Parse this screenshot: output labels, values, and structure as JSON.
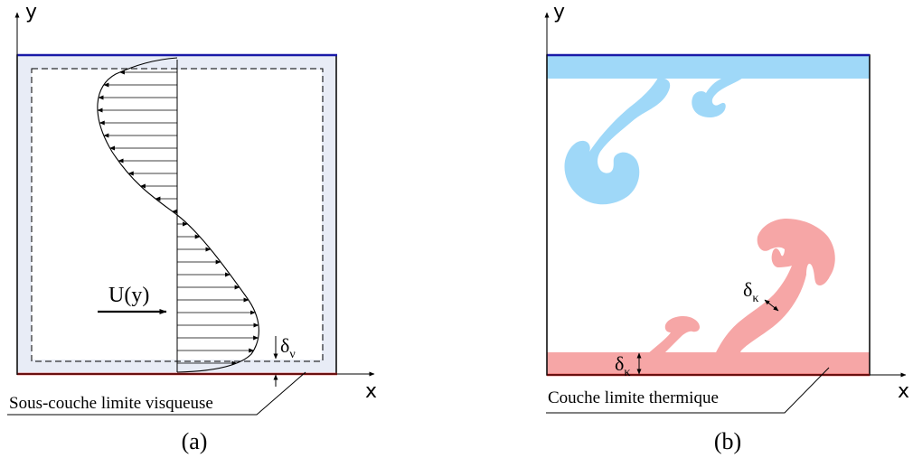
{
  "panel_a": {
    "axis_x": "x",
    "axis_y": "y",
    "velocity_label": "U(y)",
    "delta_symbol": "δ",
    "delta_subscript": "ν",
    "callout_label": "Sous-couche limite visqueuse",
    "caption": "(a)",
    "colors": {
      "top_wall": "#1a1aa8",
      "bottom_wall": "#d42020",
      "layer_fill": "#e8ecf6"
    }
  },
  "panel_b": {
    "axis_x": "x",
    "axis_y": "y",
    "delta_symbol": "δ",
    "delta_subscript": "κ",
    "callout_label": "Couche limite thermique",
    "caption": "(b)",
    "colors": {
      "top_wall": "#1a1aa8",
      "bottom_wall": "#d42020",
      "cold_fill": "#9fd8f8",
      "hot_fill": "#f6a6a6"
    }
  }
}
